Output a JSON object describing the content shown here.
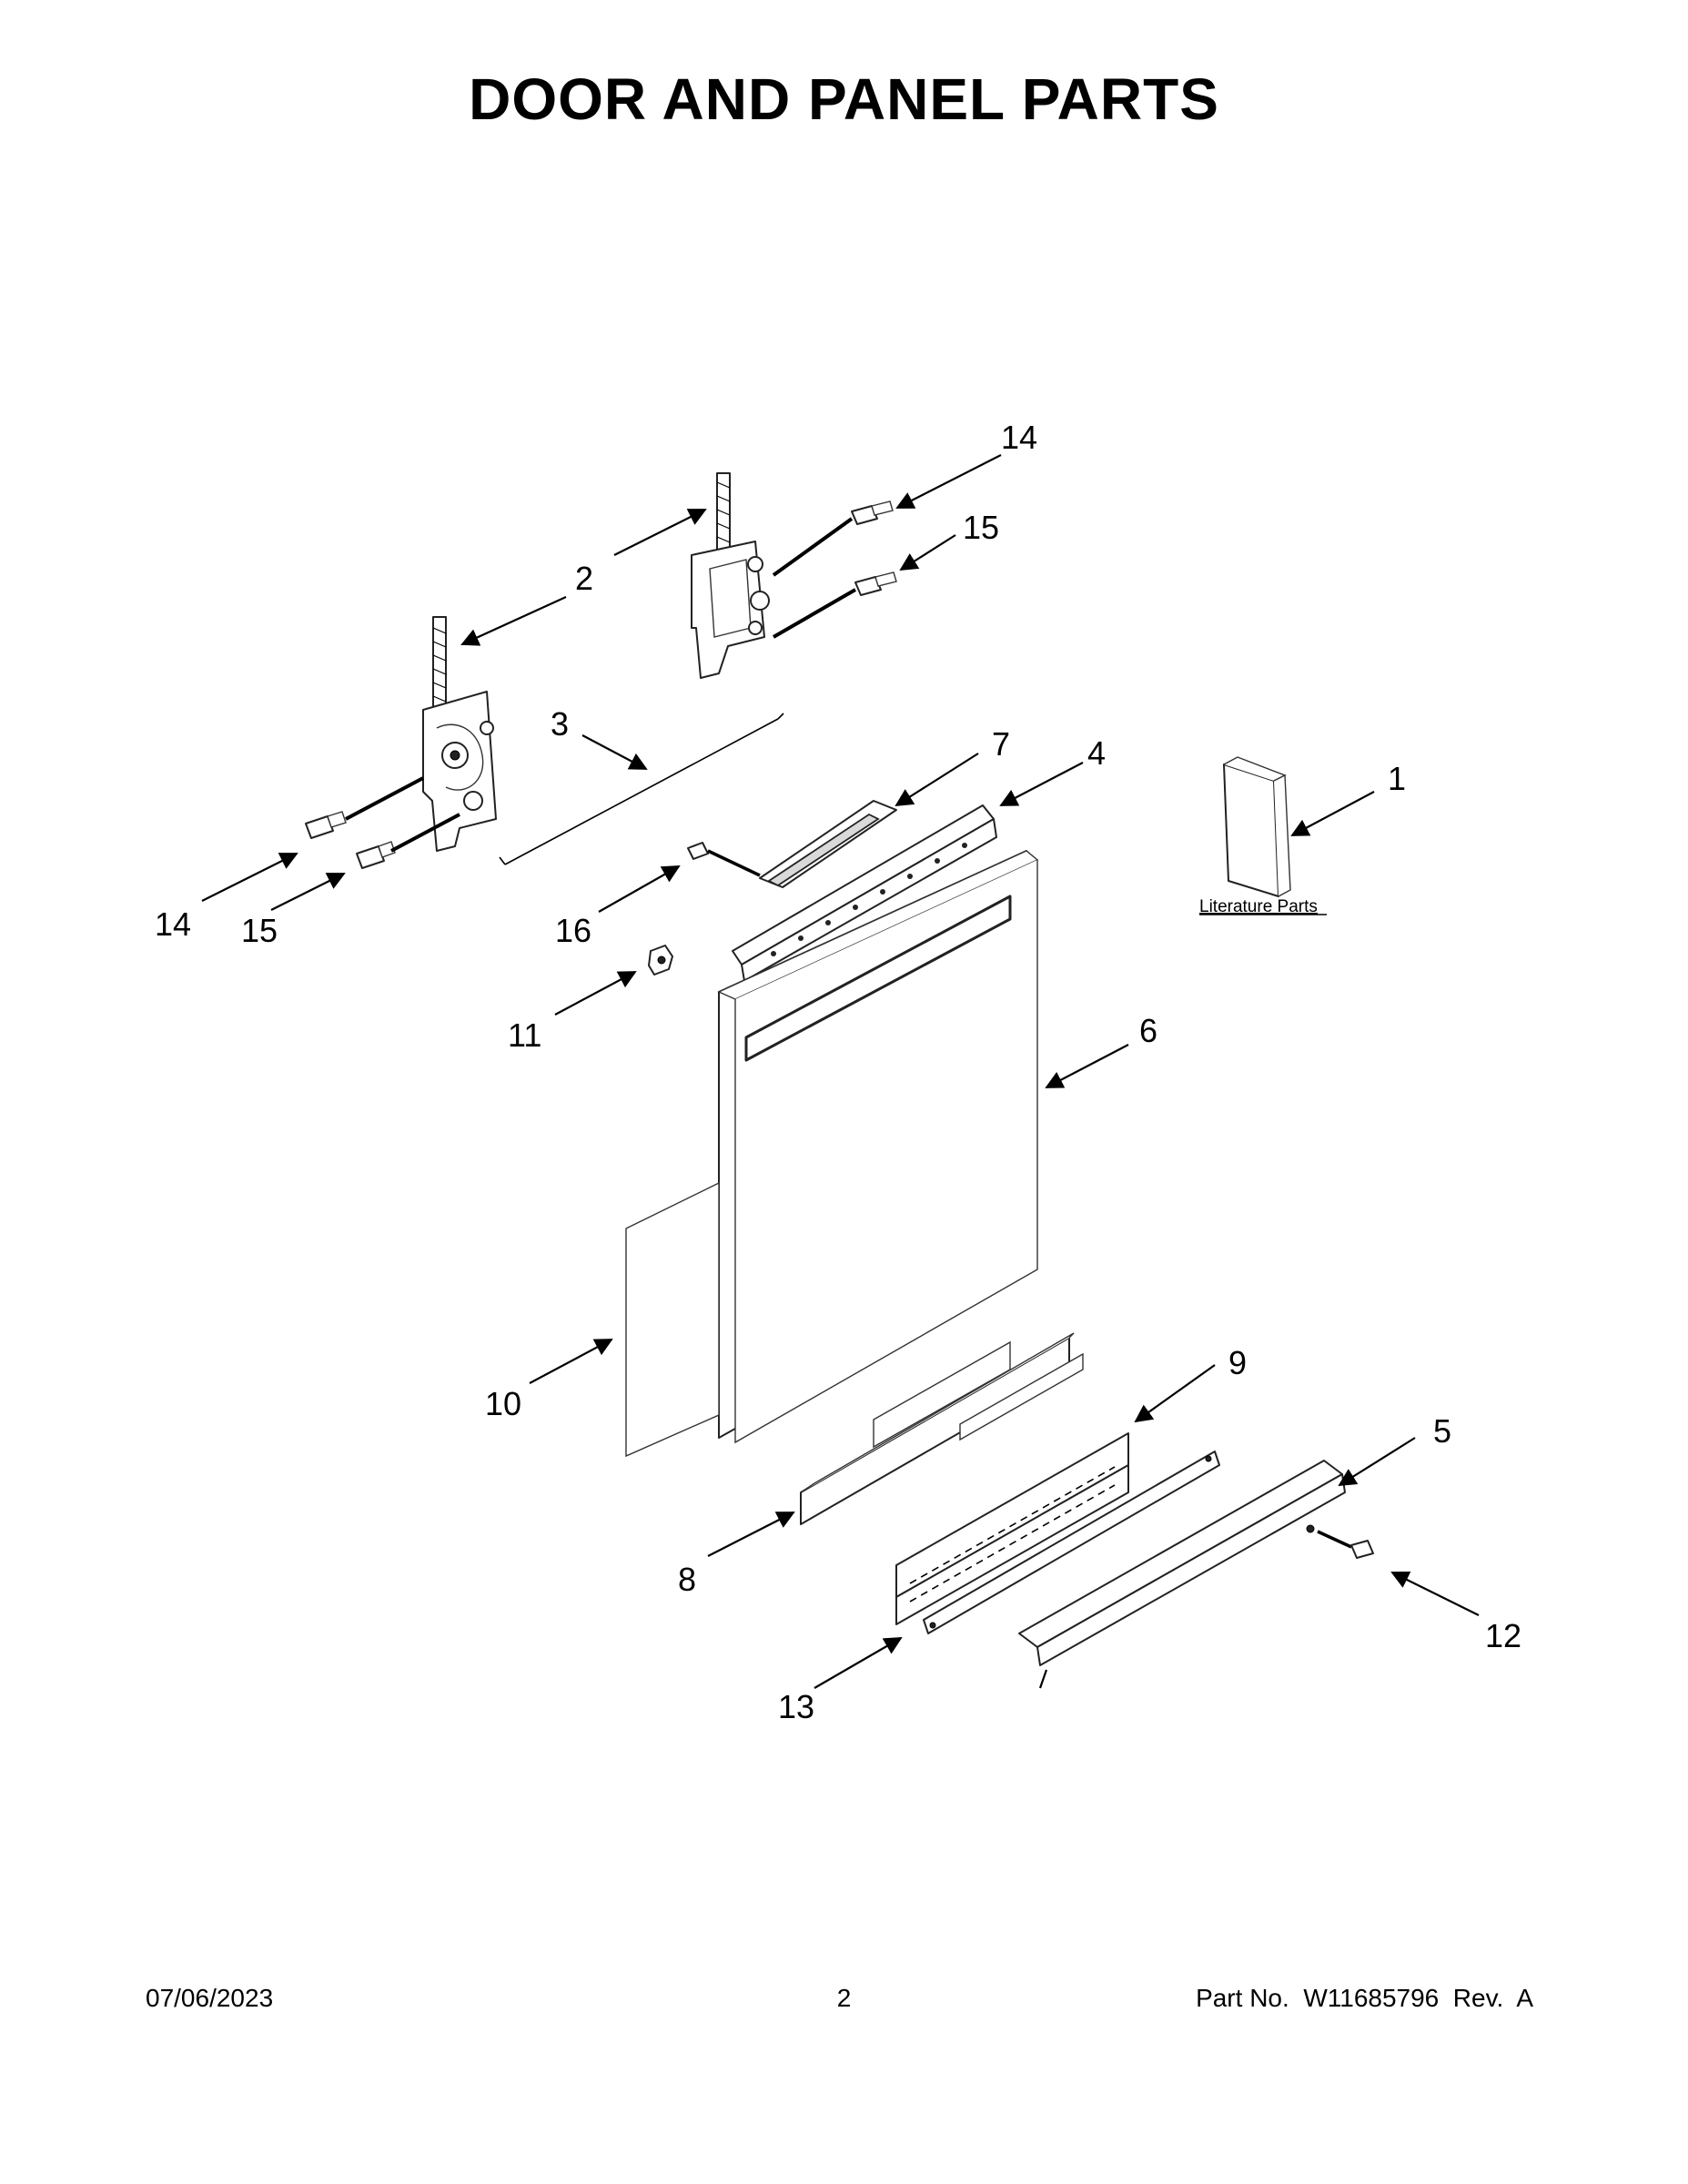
{
  "title": "DOOR AND PANEL PARTS",
  "literature_label": "Literature Parts",
  "callouts": [
    {
      "id": "c14a",
      "label": "14"
    },
    {
      "id": "c15a",
      "label": "15"
    },
    {
      "id": "c2",
      "label": "2"
    },
    {
      "id": "c3",
      "label": "3"
    },
    {
      "id": "c7",
      "label": "7"
    },
    {
      "id": "c4",
      "label": "4"
    },
    {
      "id": "c1",
      "label": "1"
    },
    {
      "id": "c14b",
      "label": "14"
    },
    {
      "id": "c15b",
      "label": "15"
    },
    {
      "id": "c16",
      "label": "16"
    },
    {
      "id": "c11",
      "label": "11"
    },
    {
      "id": "c6",
      "label": "6"
    },
    {
      "id": "c10",
      "label": "10"
    },
    {
      "id": "c9",
      "label": "9"
    },
    {
      "id": "c5",
      "label": "5"
    },
    {
      "id": "c8",
      "label": "8"
    },
    {
      "id": "c12",
      "label": "12"
    },
    {
      "id": "c13",
      "label": "13"
    }
  ],
  "footer": {
    "date": "07/06/2023",
    "page": "2",
    "part_no": "Part No.  W11685796  Rev.  A"
  }
}
